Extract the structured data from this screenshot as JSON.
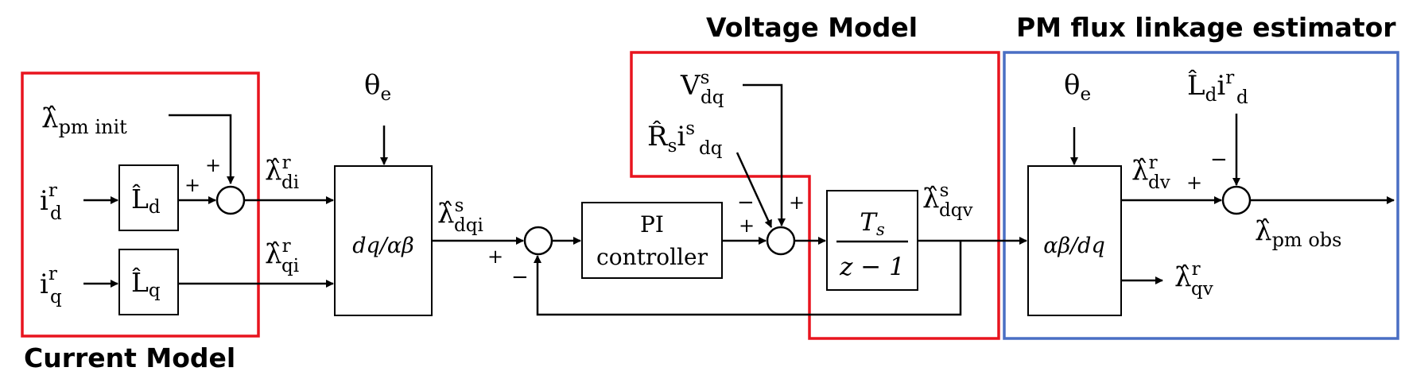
{
  "colors": {
    "current_model_box": "#e8141e",
    "voltage_model_box": "#e8141e",
    "estimator_box": "#4a6fc4",
    "line": "#000000"
  },
  "regions": {
    "current_model": "Current Model",
    "voltage_model": "Voltage Model",
    "estimator": "PM flux linkage estimator"
  },
  "signals": {
    "lambda_pm_init": {
      "base": "λ̂",
      "sub": "pm init"
    },
    "id_r": {
      "base": "i",
      "sup": "r",
      "sub": "d"
    },
    "iq_r": {
      "base": "i",
      "sup": "r",
      "sub": "q"
    },
    "lambda_di_r": {
      "base": "λ̂",
      "sup": "r",
      "sub": "di"
    },
    "lambda_qi_r": {
      "base": "λ̂",
      "sup": "r",
      "sub": "qi"
    },
    "theta_e_1": {
      "base": "θ",
      "sub": "e"
    },
    "lambda_dqi_s": {
      "base": "λ̂",
      "sup": "s",
      "sub": "dqi"
    },
    "v_dq_s": {
      "base": "V",
      "sup": "s",
      "sub": "dq"
    },
    "rs_is_dq": {
      "base": "R̂",
      "sub": "s",
      "base2": "i",
      "sup2": "s",
      "sub2": "dq"
    },
    "lambda_dqv_s": {
      "base": "λ̂",
      "sup": "s",
      "sub": "dqv"
    },
    "theta_e_2": {
      "base": "θ",
      "sub": "e"
    },
    "ld_id_r": {
      "base": "L̂",
      "sub": "d",
      "base2": "i",
      "sup2": "r",
      "sub2": "d"
    },
    "lambda_dv_r": {
      "base": "λ̂",
      "sup": "r",
      "sub": "dv"
    },
    "lambda_qv_r": {
      "base": "λ̂",
      "sup": "r",
      "sub": "qv"
    },
    "lambda_pm_obs": {
      "base": "λ̂",
      "sub": "pm obs"
    }
  },
  "blocks": {
    "ld": {
      "base": "L̂",
      "sub": "d"
    },
    "lq": {
      "base": "L̂",
      "sub": "q"
    },
    "dq_to_ab": "dq/αβ",
    "pi_line1": "PI",
    "pi_line2": "controller",
    "integrator_num": "T",
    "integrator_num_sub": "s",
    "integrator_den": "z − 1",
    "ab_to_dq": "αβ/dq"
  },
  "signs": {
    "sum1_top": "+",
    "sum1_left": "+",
    "sum2_bottom_left": "+",
    "sum2_bottom": "−",
    "sum3_left_minus": "−",
    "sum3_left_plus": "+",
    "sum3_top": "+",
    "sum4_top": "−",
    "sum4_left": "+"
  }
}
